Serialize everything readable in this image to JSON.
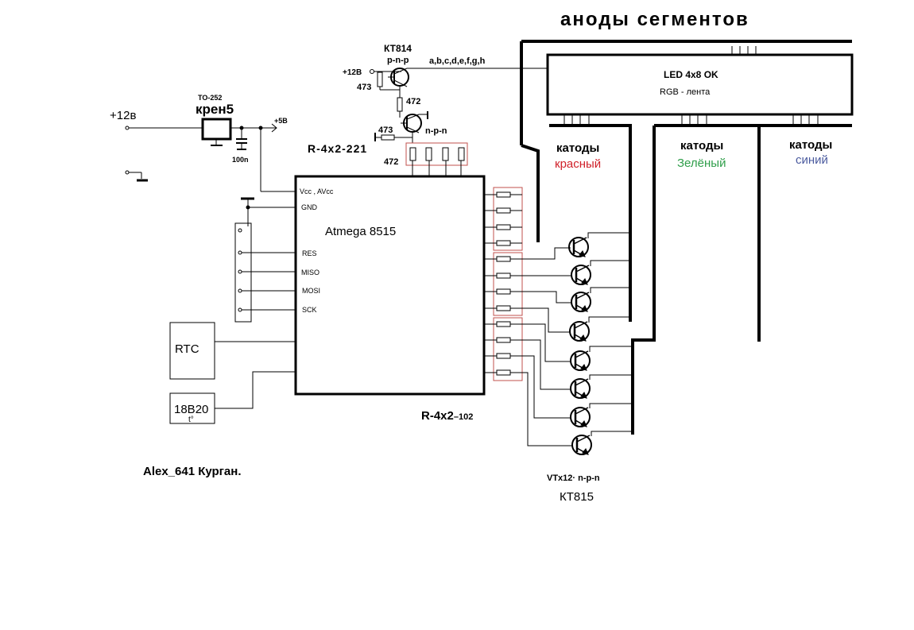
{
  "title": "аноды сегментов",
  "supply": {
    "plus12_left": "+12в",
    "regulator_package": "TO-252",
    "regulator_name": "крен5",
    "cap_value": "100n",
    "plus5": "+5В"
  },
  "transistors": {
    "top_name": "КТ814",
    "top_type": "p-n-p",
    "plus12": "+12В",
    "r_base": "473",
    "r_mid": "472",
    "npn_type": "n-p-n",
    "r_npn_base": "473",
    "segments": "a,b,c,d,e,f,g,h",
    "bottom_count_type": "VTх12· n-p-n",
    "bottom_name": "КТ815"
  },
  "resistor_arrays": {
    "top_label": "R-4x2-221",
    "top_value": "472",
    "bottom_label_main": "R-4x2",
    "bottom_label_suffix": "–102"
  },
  "led": {
    "title": "LED 4x8  OK",
    "subtitle": "RGB - лента"
  },
  "cathodes": {
    "label": "катоды",
    "red": "красный",
    "green": "Зелёный",
    "blue": "синий",
    "red_color": "#d0212a",
    "green_color": "#2f9e4a",
    "blue_color": "#4a5a9e"
  },
  "mcu": {
    "name": "Atmega 8515",
    "pins": [
      "Vcc , AVcc",
      "GND",
      "RES",
      "MISO",
      "MOSI",
      "SCK"
    ]
  },
  "modules": {
    "rtc": "RTC",
    "sensor": "18B20",
    "sensor_sub": "t°"
  },
  "author": "Alex_641 Курган.",
  "colors": {
    "line": "#000000",
    "resistor_box": "#c0504d"
  }
}
